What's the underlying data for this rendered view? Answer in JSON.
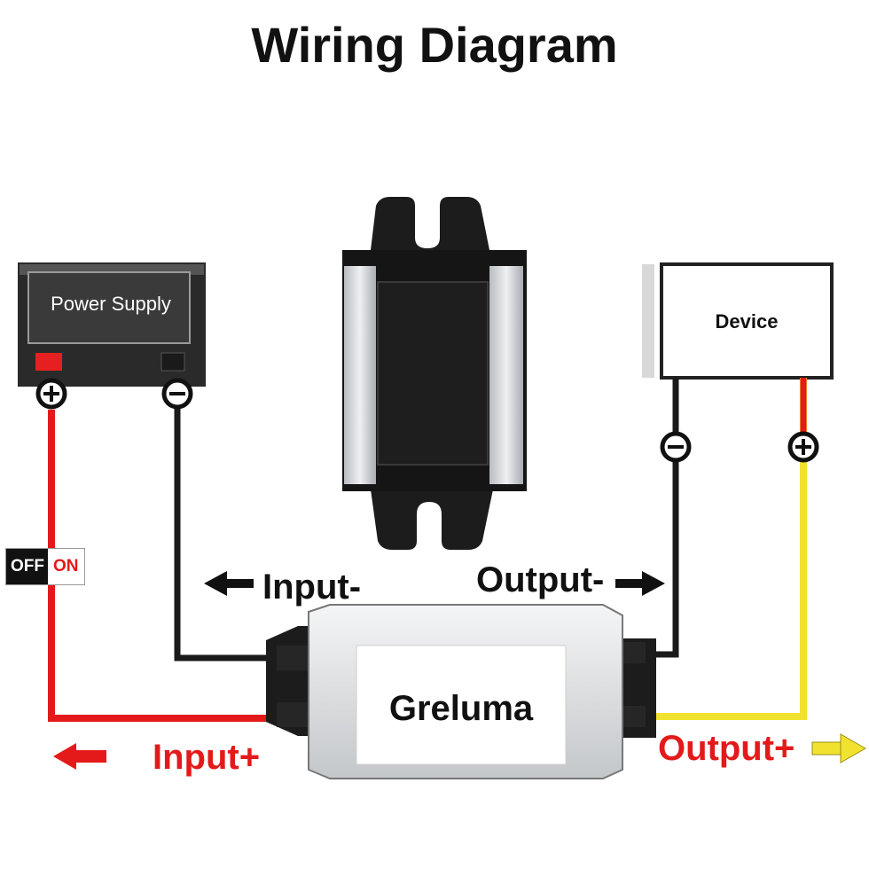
{
  "title": "Wiring Diagram",
  "power_supply": {
    "label": "Power Supply"
  },
  "device": {
    "label": "Device"
  },
  "converter": {
    "label": "Greluma"
  },
  "switch": {
    "off_label": "OFF",
    "on_label": "ON"
  },
  "wire_labels": {
    "input_minus": "Input-",
    "output_minus": "Output-",
    "input_plus": "Input+",
    "output_plus": "Output+"
  },
  "colors": {
    "positive_input_wire": "#e41a1a",
    "negative_wire": "#1a1a1a",
    "positive_output_wire": "#f2e230",
    "label_red": "#e41a1a"
  }
}
